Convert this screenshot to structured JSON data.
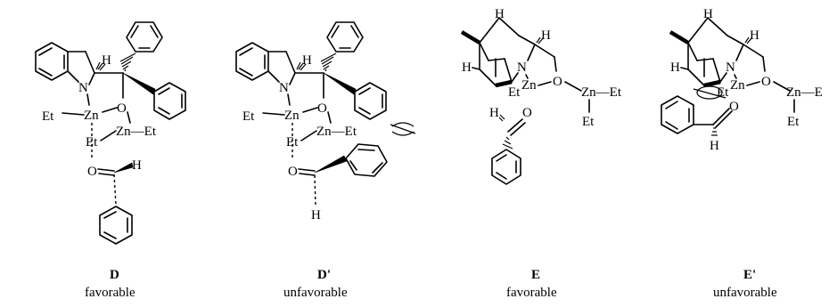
{
  "atoms": {
    "H": "H",
    "N": "N",
    "O": "O",
    "Zn": "Zn",
    "Et": "Et",
    "ZnEt": "Zn—Et",
    "EtZn_left": "Et—Zn",
    "ZnEt_cut": "Zn—E"
  },
  "structures": [
    {
      "id": "D",
      "note": "favorable"
    },
    {
      "id": "D'",
      "note": "unfavorable"
    },
    {
      "id": "E",
      "note": "favorable"
    },
    {
      "id": "E'",
      "note": "unfavorable"
    }
  ]
}
